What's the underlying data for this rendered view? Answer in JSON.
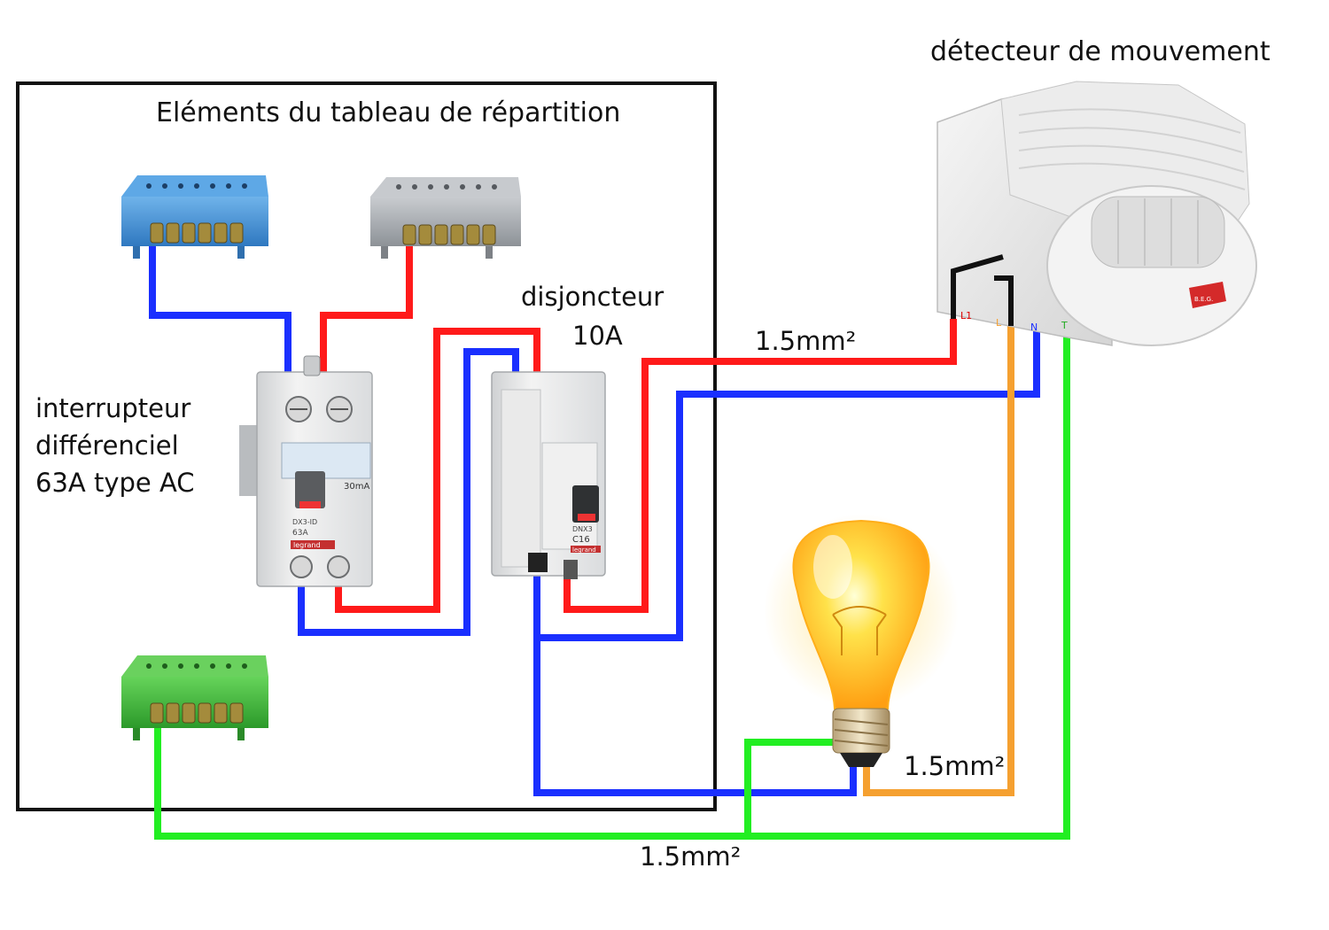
{
  "panel": {
    "title": "Eléments du tableau de répartition"
  },
  "detector": {
    "title": "détecteur de mouvement",
    "terminals": [
      "L1",
      "L",
      "N",
      "T"
    ],
    "badge": "B.E.G."
  },
  "rcd": {
    "label_lines": [
      "interrupteur",
      "différenciel",
      "63A type AC"
    ],
    "face": {
      "rating": "63A",
      "sensitivity": "30mA",
      "model": "DX3-ID",
      "brand": "legrand"
    }
  },
  "breaker": {
    "label_lines": [
      "disjoncteur",
      "10A"
    ],
    "face": {
      "rating": "C16",
      "model": "DNX3",
      "brand": "legrand"
    }
  },
  "sections": {
    "detector_feed": "1.5mm²",
    "lamp_feed": "1.5mm²",
    "earth": "1.5mm²"
  },
  "colors": {
    "phase": "#ff1a1a",
    "neutral": "#1a2fff",
    "earth": "#22ee22",
    "switched": "#f5a030",
    "bar_neutral": "#3d8fd6",
    "bar_phase": "#a8adb3",
    "bar_earth": "#3fb83a"
  },
  "icons": [
    "blue-terminal-bar",
    "grey-terminal-bar",
    "green-terminal-bar",
    "residual-current-device",
    "circuit-breaker",
    "motion-detector",
    "light-bulb"
  ]
}
